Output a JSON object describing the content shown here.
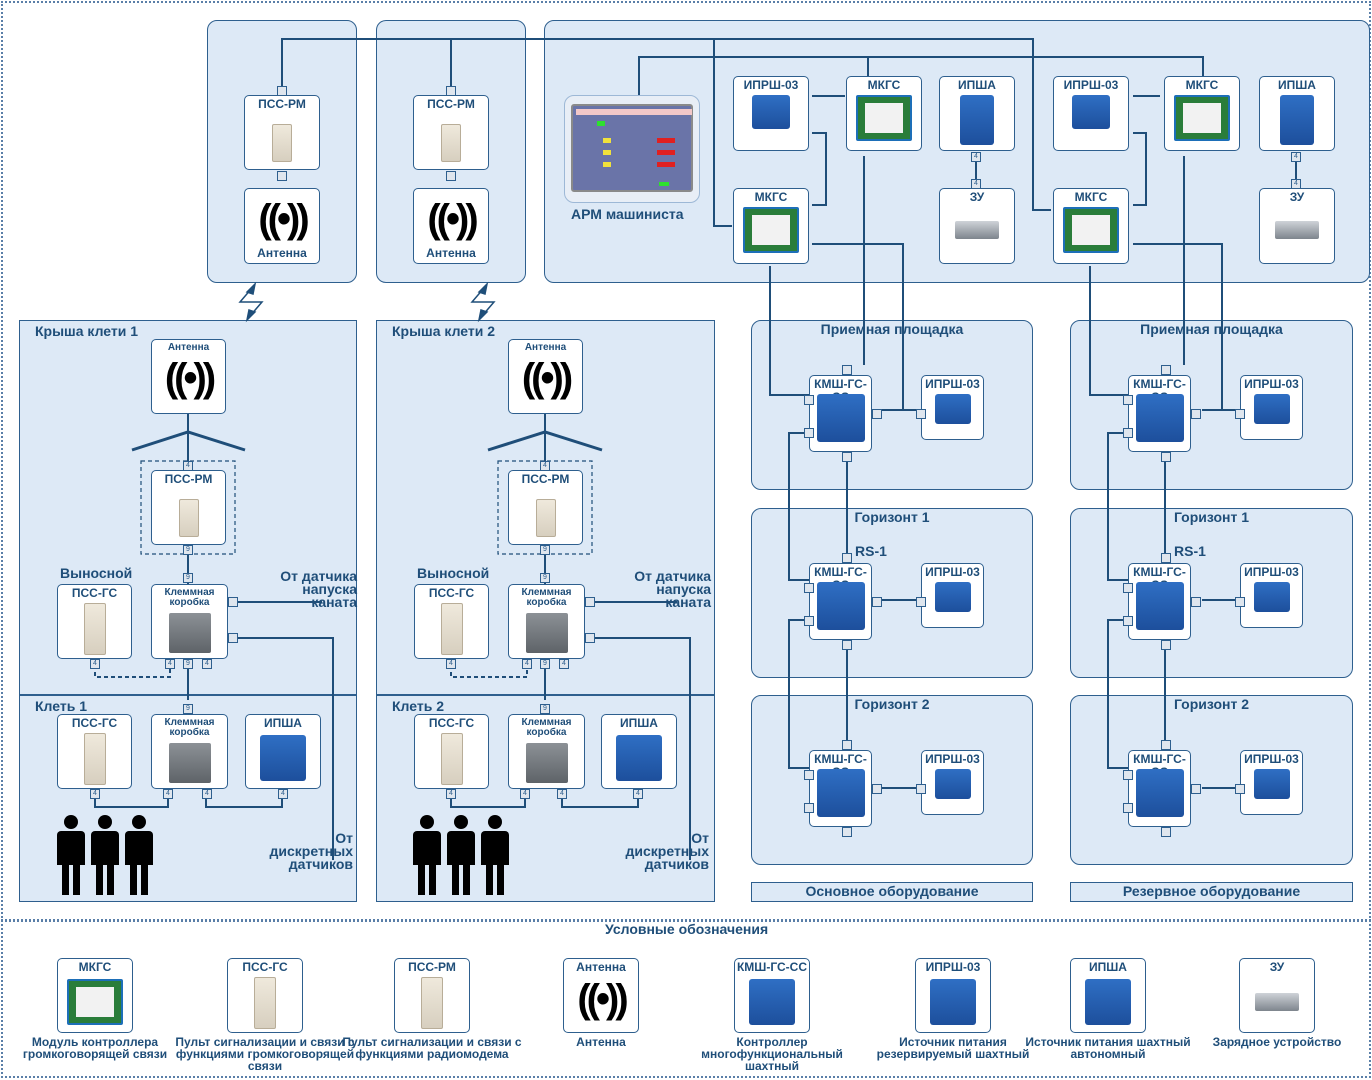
{
  "title": "Схема системы громкоговорящей связи и сигнализации",
  "top": {
    "pss_rm_1": "ПСС-РМ",
    "antenna_1": "Антенна",
    "pss_rm_2": "ПСС-РМ",
    "antenna_2": "Антенна",
    "arm_label": "АРМ машиниста",
    "main_group": {
      "iprsh": "ИПРШ-03",
      "mkgs_top": "МКГС",
      "ipsha": "ИПША",
      "mkgs_bottom": "МКГС",
      "zu": "ЗУ"
    },
    "reserve_group": {
      "iprsh": "ИПРШ-03",
      "mkgs_top": "МКГС",
      "ipsha": "ИПША",
      "mkgs_bottom": "МКГС",
      "zu": "ЗУ"
    },
    "port_labels": {
      "ipsha_port": "4",
      "zu_port": "4"
    }
  },
  "cages": [
    {
      "roof_title": "Крыша клети 1",
      "antenna": "Антенна",
      "pss_rm": "ПСС-РМ",
      "remote_label": "Выносной",
      "pss_gs_remote": "ПСС-ГС",
      "terminal_box": "Клеммная коробка",
      "from_rope_sensor": "От датчика напуска каната",
      "cage_title": "Клеть 1",
      "pss_gs": "ПСС-ГС",
      "terminal_box_cage": "Клеммная коробка",
      "ipsha": "ИПША",
      "from_discrete": "От дискретных датчиков",
      "ports": {
        "p4": "4",
        "p9": "9"
      }
    },
    {
      "roof_title": "Крыша клети 2",
      "antenna": "Антенна",
      "pss_rm": "ПСС-РМ",
      "remote_label": "Выносной",
      "pss_gs_remote": "ПСС-ГС",
      "terminal_box": "Клеммная коробка",
      "from_rope_sensor": "От датчика напуска каната",
      "cage_title": "Клеть 2",
      "pss_gs": "ПСС-ГС",
      "terminal_box_cage": "Клеммная коробка",
      "ipsha": "ИПША",
      "from_discrete": "От дискретных датчиков",
      "ports": {
        "p4": "4",
        "p9": "9"
      }
    }
  ],
  "columns": [
    {
      "footer": "Основное оборудование",
      "levels": [
        {
          "title": "Приемная площадка",
          "controller": "КМШ-ГС-СС",
          "psu": "ИПРШ-03",
          "rs": ""
        },
        {
          "title": "Горизонт 1",
          "controller": "КМШ-ГС-СС",
          "psu": "ИПРШ-03",
          "rs": "RS-1"
        },
        {
          "title": "Горизонт 2",
          "controller": "КМШ-ГС-СС",
          "psu": "ИПРШ-03",
          "rs": ""
        }
      ]
    },
    {
      "footer": "Резервное оборудование",
      "levels": [
        {
          "title": "Приемная площадка",
          "controller": "КМШ-ГС-СС",
          "psu": "ИПРШ-03",
          "rs": ""
        },
        {
          "title": "Горизонт 1",
          "controller": "КМШ-ГС-СС",
          "psu": "ИПРШ-03",
          "rs": "RS-1"
        },
        {
          "title": "Горизонт 2",
          "controller": "КМШ-ГС-СС",
          "psu": "ИПРШ-03",
          "rs": ""
        }
      ]
    }
  ],
  "legend": {
    "title": "Условные обозначения",
    "items": [
      {
        "tag": "МКГС",
        "caption": "Модуль контроллера громкоговорящей связи",
        "icon": "mkgs-module-icon"
      },
      {
        "tag": "ПСС-ГС",
        "caption": "Пульт сигнализации и связи с функциями громкоговорящей связи",
        "icon": "pss-gs-panel-icon"
      },
      {
        "tag": "ПСС-РМ",
        "caption": "Пульт сигнализации и связи с функциями радиомодема",
        "icon": "pss-rm-panel-icon"
      },
      {
        "tag": "Антенна",
        "caption": "Антенна",
        "icon": "antenna-icon"
      },
      {
        "tag": "КМШ-ГС-СС",
        "caption": "Контроллер многофункциональный шахтный",
        "icon": "kmsh-controller-icon"
      },
      {
        "tag": "ИПРШ-03",
        "caption": "Источник питания резервируемый шахтный",
        "icon": "iprsh-psu-icon"
      },
      {
        "tag": "ИПША",
        "caption": "Источник питания шахтный автономный",
        "icon": "ipsha-battery-icon"
      },
      {
        "tag": "ЗУ",
        "caption": "Зарядное устройство",
        "icon": "charger-icon"
      }
    ]
  },
  "colors": {
    "line": "#1f4e79",
    "zone_fill": "#dde9f6",
    "zone_border": "#2e5f8e",
    "text": "#1f4e79"
  }
}
